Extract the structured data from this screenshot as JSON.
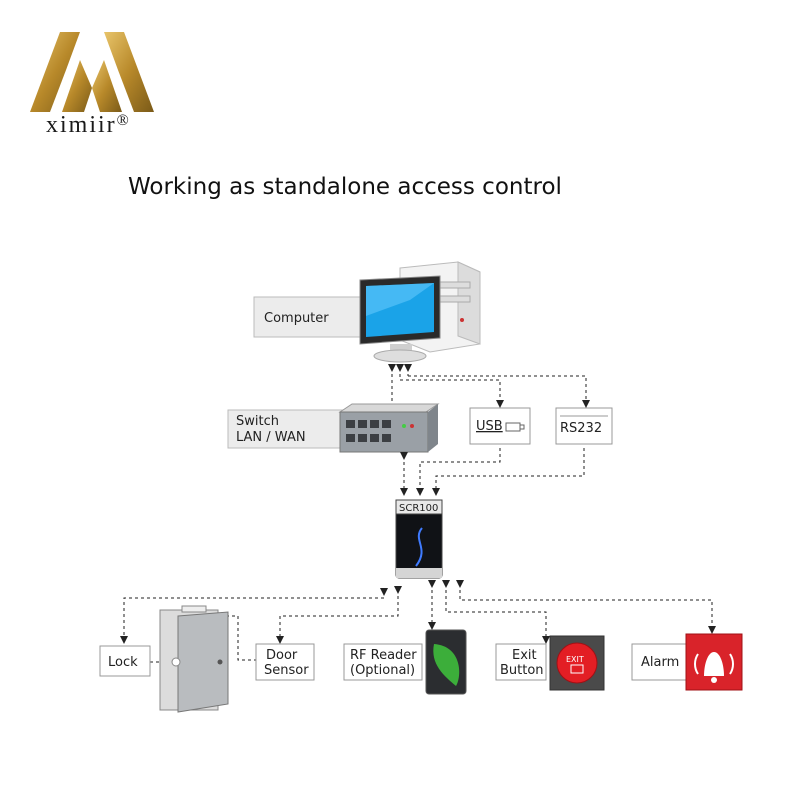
{
  "brand": {
    "name": "ximiir",
    "reg_mark": "®",
    "color": "#b8892a"
  },
  "title": "Working as standalone access control",
  "nodes": {
    "computer": "Computer",
    "switch_line1": "Switch",
    "switch_line2": "LAN / WAN",
    "usb": "USB",
    "rs232": "RS232",
    "device": "SCR100",
    "lock": "Lock",
    "door_sensor_line1": "Door",
    "door_sensor_line2": "Sensor",
    "rf_reader_line1": "RF Reader",
    "rf_reader_line2": "(Optional)",
    "exit_line1": "Exit",
    "exit_line2": "Button",
    "exit_icon_text": "EXIT",
    "alarm": "Alarm"
  },
  "colors": {
    "screen": "#1aa3e8",
    "alarm": "#d9232a",
    "exit": "#e31e24",
    "leaf": "#3cae3a",
    "box_fill": "#ececec"
  }
}
